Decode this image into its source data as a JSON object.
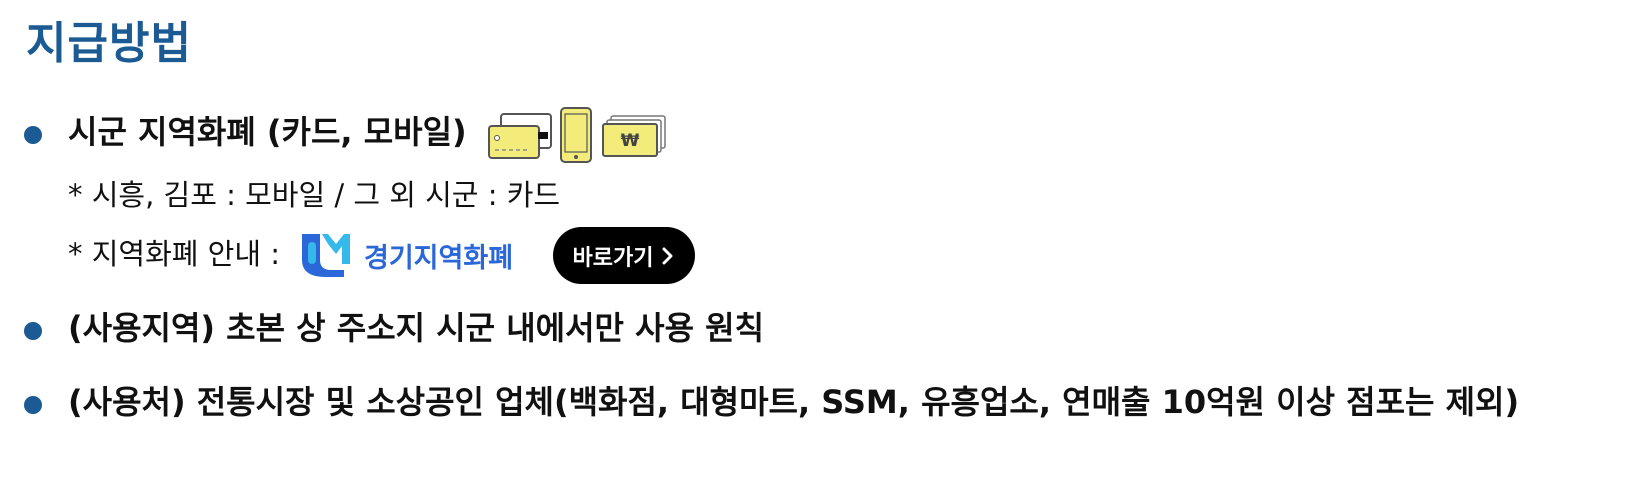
{
  "section": {
    "title": "지급방법"
  },
  "items": [
    {
      "text": "시군 지역화폐 (카드, 모바일)"
    },
    {
      "text": "(사용지역) 초본 상 주소지 시군 내에서만 사용 원칙"
    },
    {
      "text": "(사용처) 전통시장 및 소상공인 업체(백화점, 대형마트, SSM, 유흥업소, 연매출 10억원 이상 점포는 제외)"
    }
  ],
  "notes": {
    "payment_note": "* 시흥, 김포 : 모바일 / 그 외 시군 : 카드",
    "guide_prefix": "* 지역화폐 안내 :",
    "logo_text": "경기지역화폐",
    "go_button_label": "바로가기",
    "go_button_icon": "chevron-right"
  },
  "icons": {
    "card": "card-icon",
    "mobile": "mobile-icon",
    "cash": "cash-icon",
    "won_symbol": "₩"
  },
  "colors": {
    "title": "#1b5a93",
    "bullet": "#1b5a93",
    "icon_fill": "#f3eb7a",
    "logo_blue": "#2a67d8",
    "logo_cyan": "#35b8ea",
    "button_bg": "#000000"
  }
}
